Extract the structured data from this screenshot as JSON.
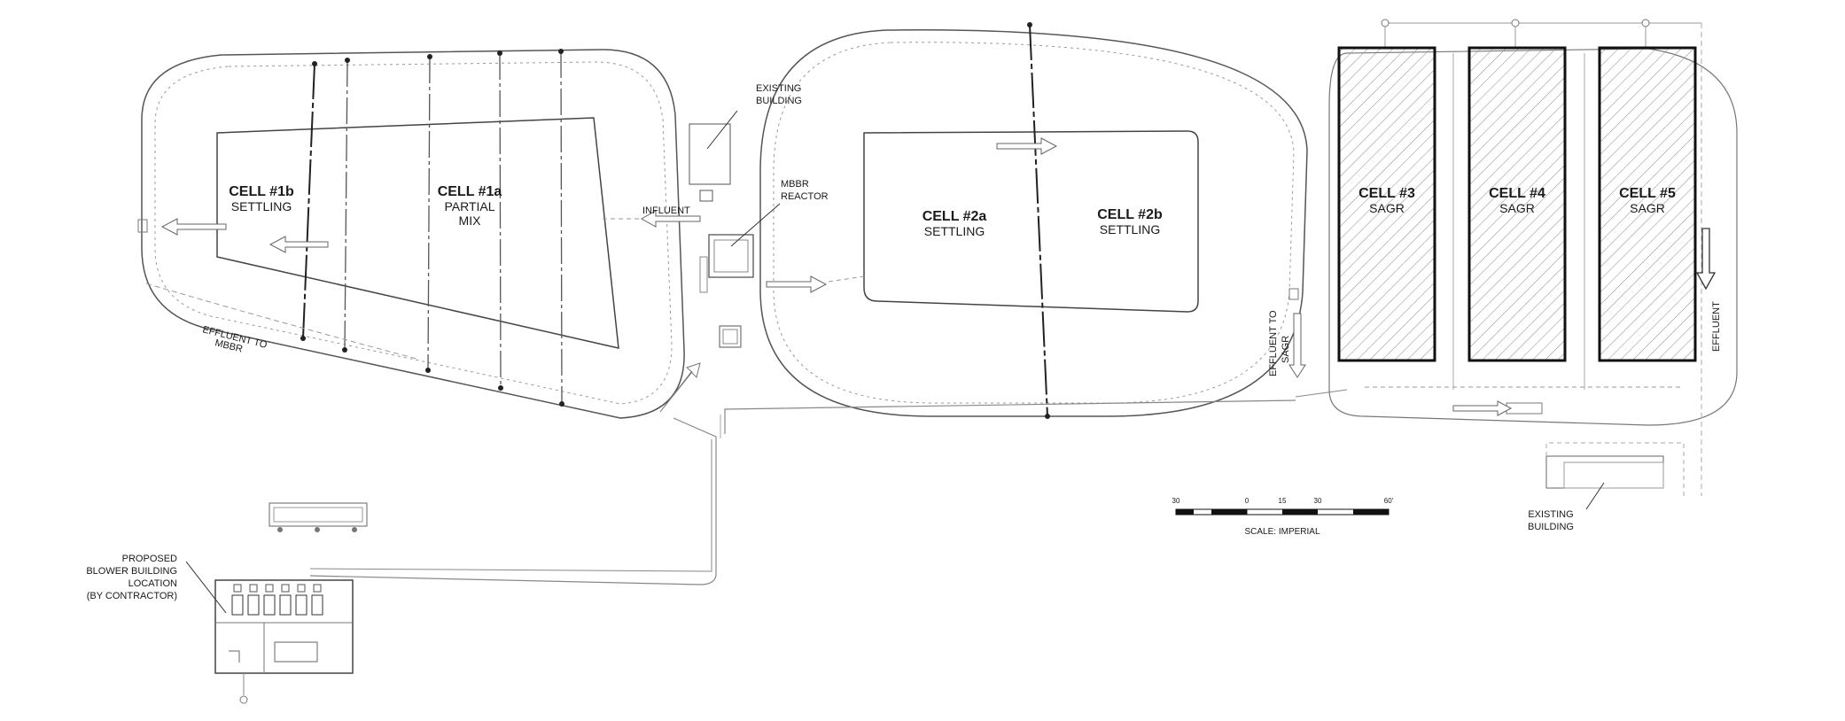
{
  "cells": {
    "c1b": {
      "title": "CELL #1b",
      "sub": [
        "SETTLING"
      ]
    },
    "c1a": {
      "title": "CELL #1a",
      "sub": [
        "PARTIAL",
        "MIX"
      ]
    },
    "c2a": {
      "title": "CELL #2a",
      "sub": [
        "SETTLING"
      ]
    },
    "c2b": {
      "title": "CELL #2b",
      "sub": [
        "SETTLING"
      ]
    },
    "c3": {
      "title": "CELL #3",
      "sub": [
        "SAGR"
      ]
    },
    "c4": {
      "title": "CELL #4",
      "sub": [
        "SAGR"
      ]
    },
    "c5": {
      "title": "CELL #5",
      "sub": [
        "SAGR"
      ]
    }
  },
  "labels": {
    "existing_building_top": [
      "EXISTING",
      "BUILDING"
    ],
    "mbbr_reactor": [
      "MBBR",
      "REACTOR"
    ],
    "influent": "INFLUENT",
    "effluent_to_mbbr": [
      "EFFLUENT TO",
      "MBBR"
    ],
    "effluent_to_sagr": [
      "EFFLUENT TO",
      "SAGR"
    ],
    "effluent": "EFFLUENT",
    "existing_building_right": [
      "EXISTING",
      "BUILDING"
    ],
    "blower_building": [
      "PROPOSED",
      "BLOWER BUILDING",
      "LOCATION",
      "(BY CONTRACTOR)"
    ]
  },
  "scale_bar": {
    "ticks": [
      "30",
      "0",
      "15",
      "30",
      "60'"
    ],
    "caption": "SCALE: IMPERIAL"
  }
}
